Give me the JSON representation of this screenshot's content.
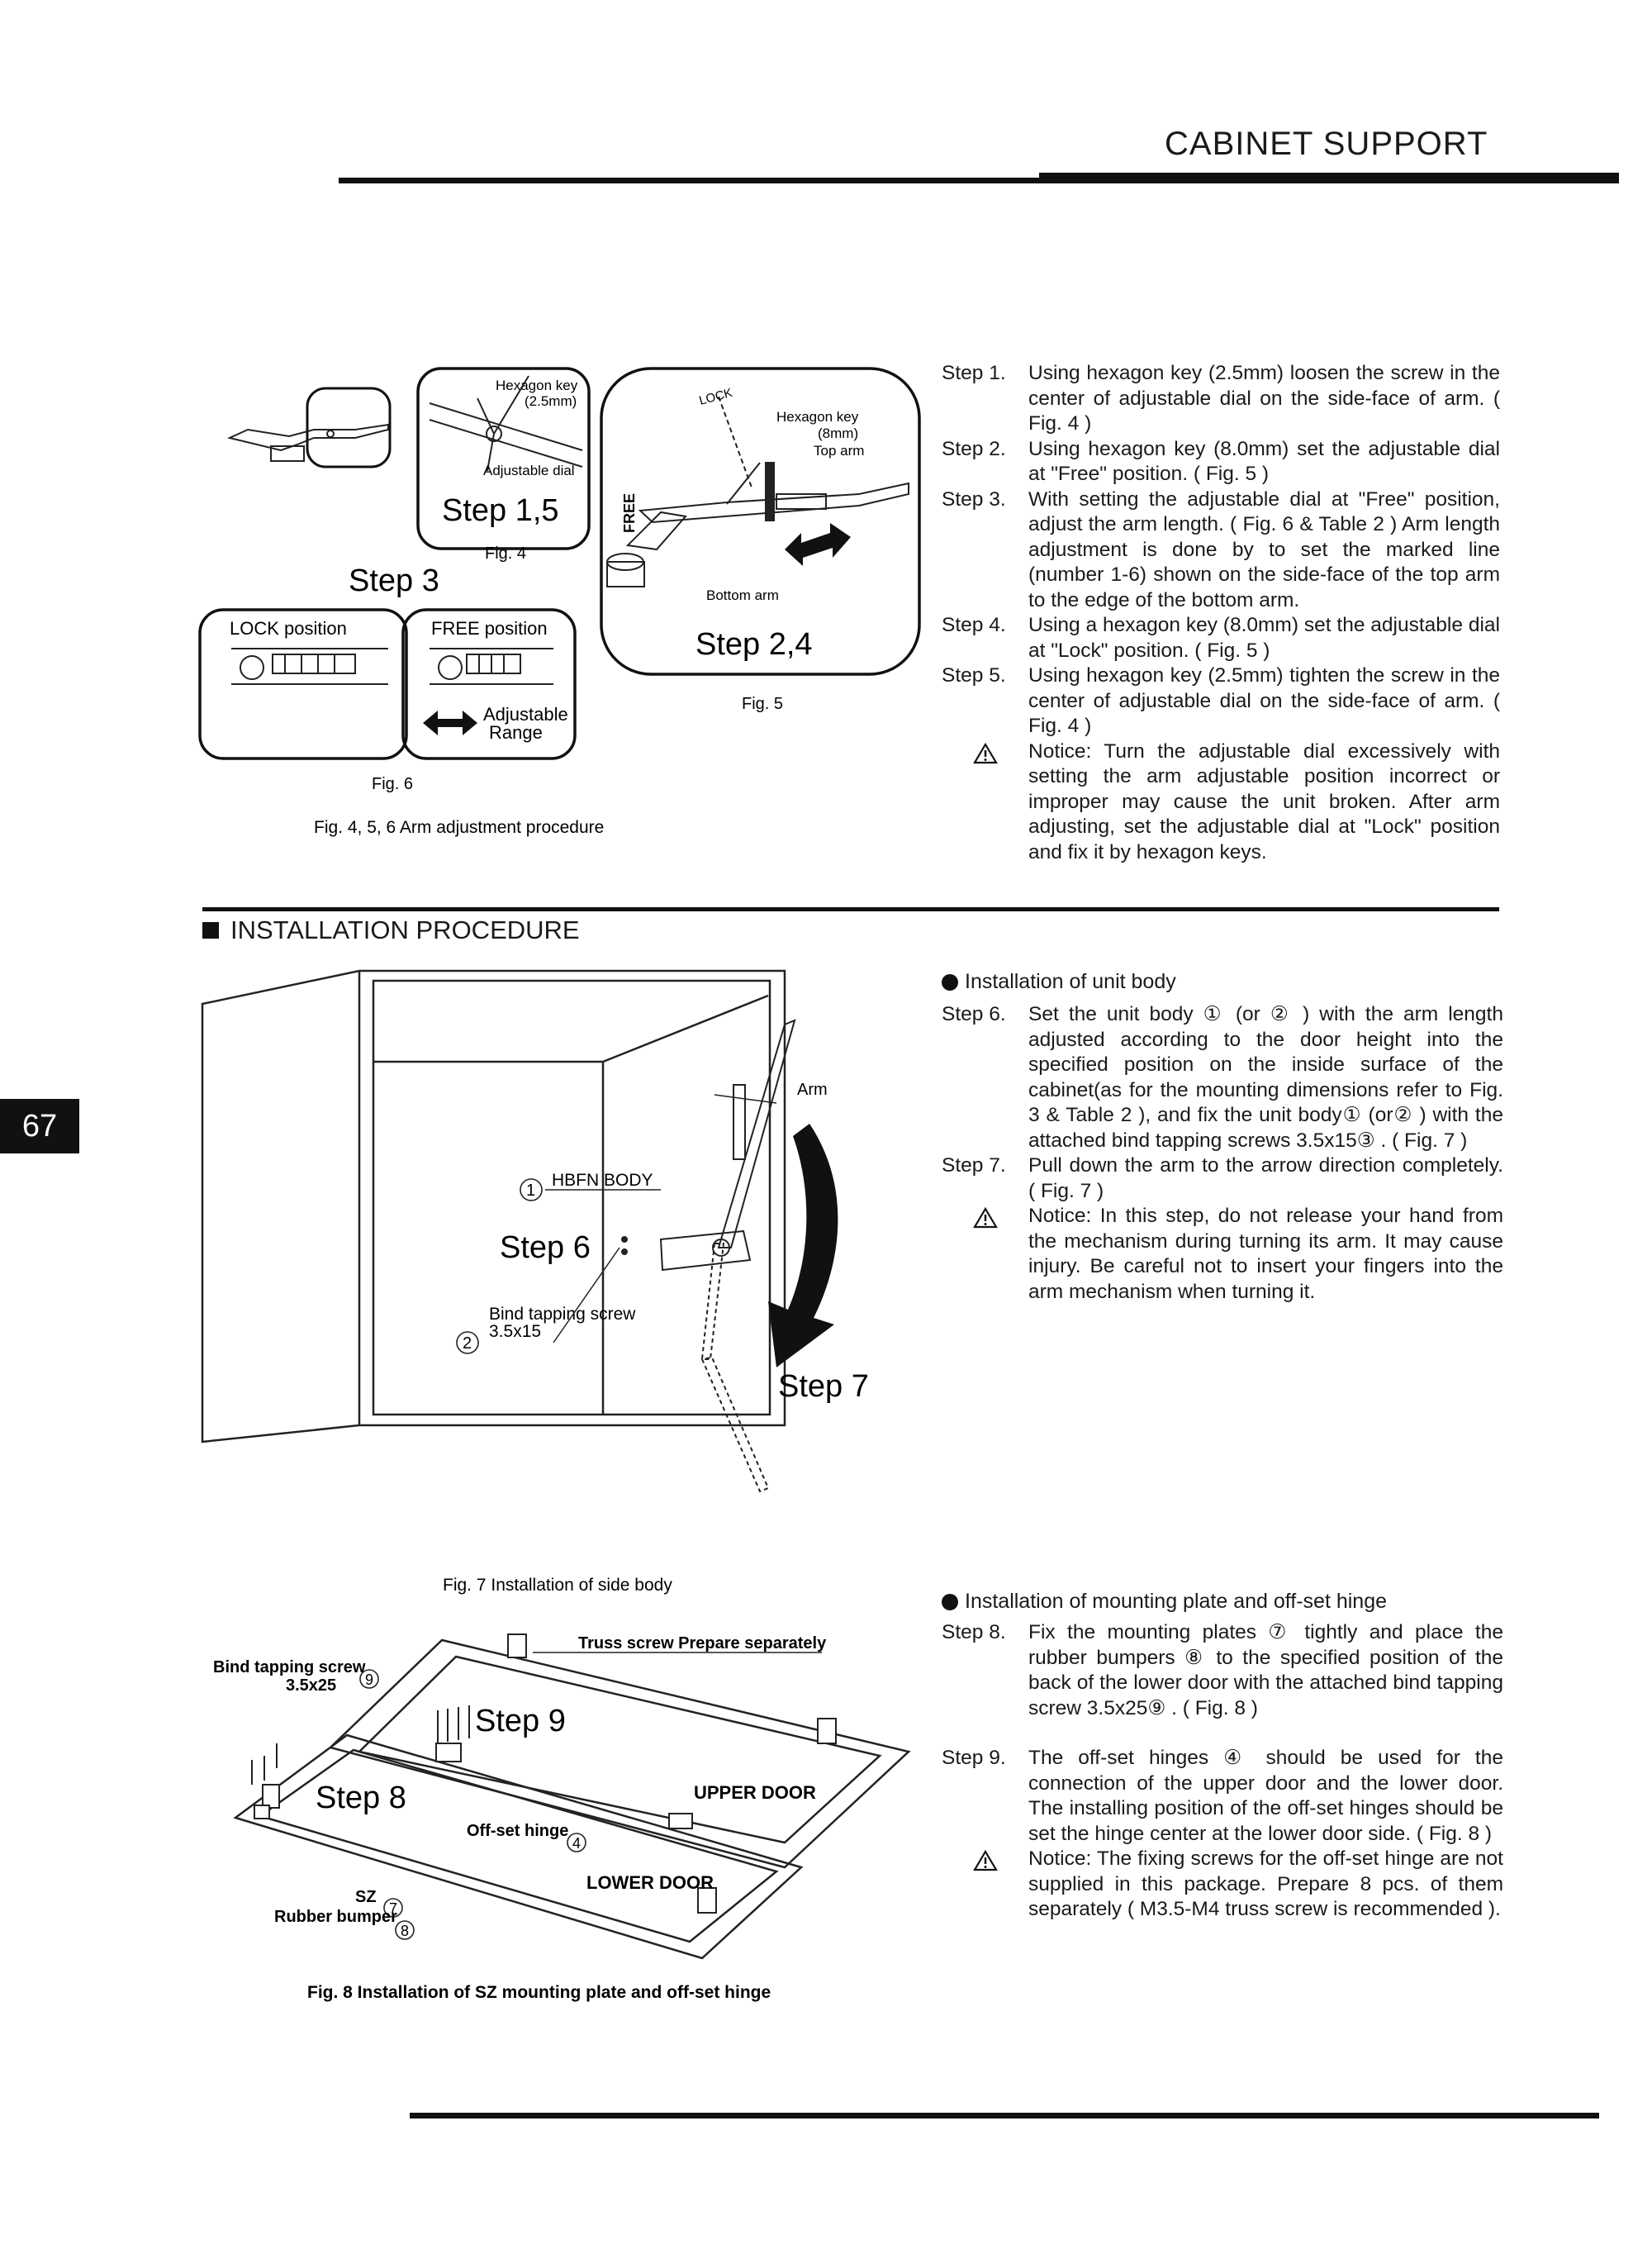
{
  "header": {
    "title": "CABINET SUPPORT"
  },
  "page_number": "67",
  "figs_top": {
    "fig4": {
      "hex_key": "Hexagon key",
      "hex_key_size": "(2.5mm)",
      "dial": "Adjustable dial",
      "step": "Step 1,5",
      "caption": "Fig. 4"
    },
    "fig5": {
      "lock": "LOCK",
      "free": "FREE",
      "hex_key": "Hexagon key",
      "hex_key_size": "(8mm)",
      "top_arm": "Top arm",
      "bottom_arm": "Bottom arm",
      "step": "Step 2,4",
      "caption": "Fig. 5"
    },
    "fig6": {
      "step": "Step 3",
      "lock_pos": "LOCK position",
      "free_pos": "FREE position",
      "adj_range_1": "Adjustable",
      "adj_range_2": "Range",
      "caption": "Fig. 6"
    },
    "group_caption": "Fig. 4, 5, 6  Arm adjustment procedure"
  },
  "steps_top": [
    {
      "label": "Step 1.",
      "text": "Using hexagon key (2.5mm) loosen the screw in the center of adjustable dial on the side-face of arm. ( Fig. 4 )"
    },
    {
      "label": "Step 2.",
      "text": "Using hexagon key (8.0mm) set the adjustable dial at \"Free\" position. ( Fig. 5 )"
    },
    {
      "label": "Step 3.",
      "text": "With setting the adjustable dial at \"Free\" position, adjust the arm length. ( Fig. 6 & Table 2 ) Arm length adjustment is done by to set the marked line (number 1-6) shown on the side-face of the top arm to the edge of the bottom arm."
    },
    {
      "label": "Step 4.",
      "text": "Using a hexagon key (8.0mm) set the adjustable dial at \"Lock\" position. ( Fig. 5 )"
    },
    {
      "label": "Step 5.",
      "text": "Using hexagon key (2.5mm) tighten the screw in the center of adjustable dial on the side-face of arm. ( Fig. 4 )"
    }
  ],
  "notice_top": "Notice: Turn the adjustable dial excessively with setting the arm adjustable position incorrect or improper may cause the unit broken. After arm adjusting, set the adjustable dial at \"Lock\" position and fix it by hexagon keys.",
  "installation": {
    "heading": "INSTALLATION PROCEDURE",
    "unit_body_heading": "Installation of unit body",
    "steps_mid": [
      {
        "label": "Step 6.",
        "text": "Set the unit body ① (or ② ) with the arm length adjusted according to the door height into the specified position on the inside surface of the cabinet(as for the mounting dimensions refer to Fig. 3 & Table 2 ), and fix the unit body① (or② ) with the attached bind tapping screws 3.5x15③ . ( Fig. 7 )"
      },
      {
        "label": "Step 7.",
        "text": "Pull down the arm to the arrow direction completely. ( Fig. 7 )"
      }
    ],
    "notice_mid": "Notice: In this step, do not release your hand from the mechanism during turning its arm. It may cause injury. Be careful not to insert your fingers into the arm mechanism when turning it.",
    "fig7": {
      "arm": "Arm",
      "num1": "1",
      "body": "HBFN BODY",
      "step6": "Step 6",
      "screw": "Bind tapping screw",
      "screw_size": "3.5x15",
      "num2": "2",
      "step7": "Step 7",
      "caption": "Fig. 7  Installation of side body"
    },
    "plate_heading": "Installation of mounting plate  and off-set hinge",
    "steps_bottom": [
      {
        "label": "Step 8.",
        "text": "Fix the mounting plates ⑦ tightly and place the rubber bumpers ⑧ to the specified position of the back of the lower door with the attached bind tapping screw 3.5x25⑨ . ( Fig. 8 )"
      },
      {
        "label": "Step 9.",
        "text": "The off-set hinges ④ should be used for the connection of the upper door and the lower door. The installing position of the off-set hinges should be set the hinge center at the lower door side. ( Fig. 8 )"
      }
    ],
    "notice_bottom": "Notice: The fixing screws for the off-set hinge are not supplied in this package.  Prepare 8 pcs. of them separately ( M3.5-M4 truss screw is recommended ).",
    "fig8": {
      "screw": "Bind tapping screw",
      "num9": "9",
      "screw_size": "3.5x25",
      "truss": "Truss screw Prepare separately",
      "step9": "Step 9",
      "step8": "Step 8",
      "upper_door": "UPPER DOOR",
      "offset_hinge": "Off-set hinge",
      "num4": "4",
      "lower_door": "LOWER DOOR",
      "sz": "SZ",
      "num7": "7",
      "rubber": "Rubber bumper",
      "num8": "8",
      "caption": "Fig. 8  Installation of  SZ mounting plate and off-set hinge"
    }
  }
}
